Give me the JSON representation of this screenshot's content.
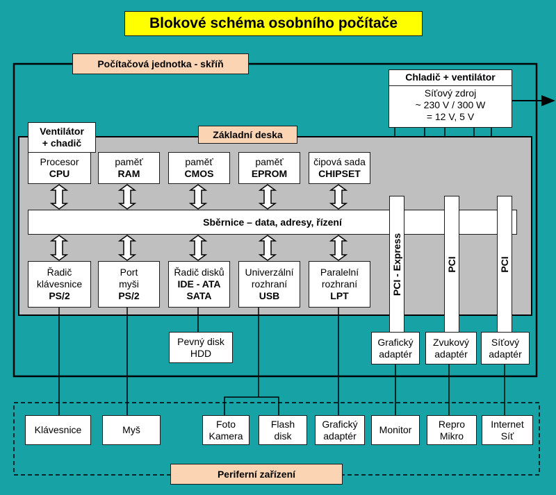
{
  "title": "Blokové schéma osobního počítače",
  "labels": {
    "case": "Počítačová jednotka - skříň",
    "motherboard": "Základní deska",
    "peripherals": "Periferní zařízení"
  },
  "cooler": {
    "title": "Chladič + ventilátor",
    "lines": [
      "Síťový zdroj",
      "~ 230 V / 300 W",
      "= 12 V, 5 V"
    ]
  },
  "cpu_fan": [
    "Ventilátor",
    "+ chadič"
  ],
  "top_components": [
    {
      "line1": "Procesor",
      "line2": "CPU"
    },
    {
      "line1": "paměť",
      "line2": "RAM"
    },
    {
      "line1": "paměť",
      "line2": "CMOS"
    },
    {
      "line1": "paměť",
      "line2": "EPROM"
    },
    {
      "line1": "čipová sada",
      "line2": "CHIPSET"
    }
  ],
  "bus": "Sběrnice – data, adresy, řízení",
  "bottom_components": [
    {
      "lines": [
        "Řadič",
        "klávesnice",
        "PS/2"
      ]
    },
    {
      "lines": [
        "Port",
        "myši",
        "PS/2"
      ]
    },
    {
      "lines": [
        "Řadič disků",
        "IDE - ATA",
        "SATA"
      ]
    },
    {
      "lines": [
        "Univerzální",
        "rozhraní",
        "USB"
      ]
    },
    {
      "lines": [
        "Paralelní",
        "rozhraní",
        "LPT"
      ]
    }
  ],
  "slots": [
    "PCI - Express",
    "PCI",
    "PCI"
  ],
  "adapters": [
    [
      "Grafický",
      "adaptér"
    ],
    [
      "Zvukový",
      "adaptér"
    ],
    [
      "Síťový",
      "adaptér"
    ]
  ],
  "hdd": [
    "Pevný disk",
    "HDD"
  ],
  "peripheral_devices": [
    [
      "Klávesnice"
    ],
    [
      "Myš"
    ],
    [
      "Foto",
      "Kamera"
    ],
    [
      "Flash",
      "disk"
    ],
    [
      "Grafický",
      "adaptér"
    ],
    [
      "Monitor"
    ],
    [
      "Repro",
      "Mikro"
    ],
    [
      "Internet",
      "Síť"
    ]
  ],
  "colors": {
    "background": "#17a3a6",
    "title_fill": "#ffff00",
    "tag_fill": "#fbd4b4",
    "board_fill": "#bfbfbf"
  }
}
